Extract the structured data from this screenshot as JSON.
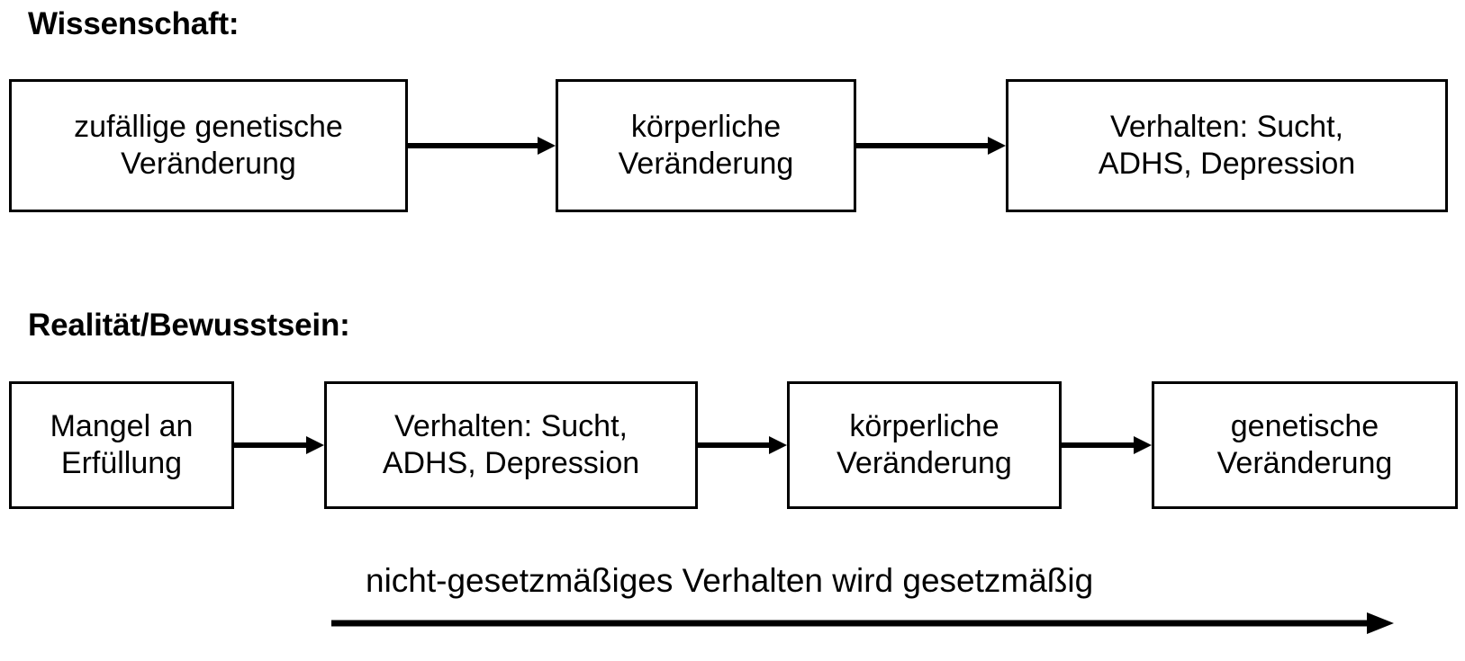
{
  "diagram": {
    "background_color": "#ffffff",
    "stroke_color": "#000000",
    "sections": [
      {
        "heading": "Wissenschaft:",
        "nodes": [
          "zufällige genetische Veränderung",
          "körperliche Veränderung",
          "Verhalten: Sucht, ADHS, Depression"
        ]
      },
      {
        "heading": "Realität/Bewusstsein:",
        "nodes": [
          "Mangel an Erfüllung",
          "Verhalten: Sucht, ADHS, Depression",
          "körperliche Veränderung",
          "genetische Veränderung"
        ]
      }
    ],
    "row1": {
      "heading": "Wissenschaft:",
      "node_genetic_line1": "zufällige genetische",
      "node_genetic_line2": "Veränderung",
      "node_physical_line1": "körperliche",
      "node_physical_line2": "Veränderung",
      "node_behavior_line1": "Verhalten: Sucht,",
      "node_behavior_line2": "ADHS, Depression"
    },
    "row2": {
      "heading": "Realität/Bewusstsein:",
      "node_lack_line1": "Mangel an",
      "node_lack_line2": "Erfüllung",
      "node_behavior_line1": "Verhalten: Sucht,",
      "node_behavior_line2": "ADHS, Depression",
      "node_physical_line1": "körperliche",
      "node_physical_line2": "Veränderung",
      "node_genetic_line1": "genetische",
      "node_genetic_line2": "Veränderung"
    },
    "caption": {
      "transform_label": "nicht-gesetzmäßiges Verhalten wird gesetzmäßig"
    },
    "icons": {
      "arrow": "arrow-right-icon"
    }
  }
}
